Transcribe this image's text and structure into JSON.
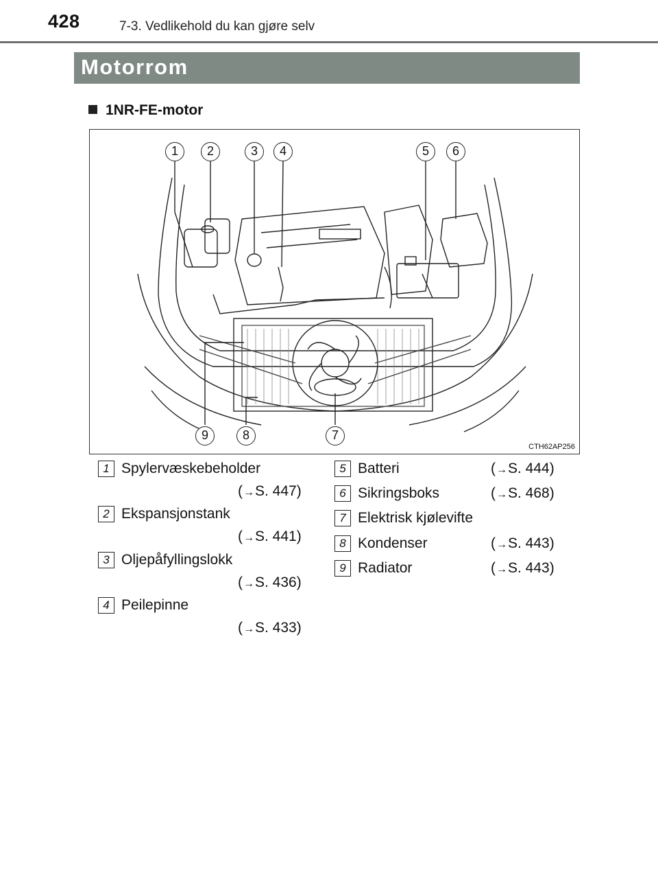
{
  "header": {
    "page_number": "428",
    "chapter": "7-3. Vedlikehold du kan gjøre selv"
  },
  "section_title": "Motorrom",
  "subsection": "1NR-FE-motor",
  "figure": {
    "code": "CTH62AP256",
    "callouts": [
      "1",
      "2",
      "3",
      "4",
      "5",
      "6",
      "7",
      "8",
      "9"
    ]
  },
  "legend": {
    "arrow_symbol": "→",
    "left": [
      {
        "num": "1",
        "label": "Spylervæskebeholder",
        "ref_open": "(",
        "ref": "S. 447)"
      },
      {
        "num": "2",
        "label": "Ekspansjonstank",
        "ref_open": "(",
        "ref": "S. 441)"
      },
      {
        "num": "3",
        "label": "Oljepåfyllingslokk",
        "ref_open": "(",
        "ref": "S. 436)"
      },
      {
        "num": "4",
        "label": "Peilepinne",
        "ref_open": "(",
        "ref": "S. 433)"
      }
    ],
    "right": [
      {
        "num": "5",
        "label": "Batteri",
        "ref_open": "(",
        "ref": "S. 444)"
      },
      {
        "num": "6",
        "label": "Sikringsboks",
        "ref_open": "(",
        "ref": "S. 468)"
      },
      {
        "num": "7",
        "label": "Elektrisk kjølevifte"
      },
      {
        "num": "8",
        "label": "Kondenser",
        "ref_open": "(",
        "ref": "S. 443)"
      },
      {
        "num": "9",
        "label": "Radiator",
        "ref_open": "(",
        "ref": "S. 443)"
      }
    ]
  }
}
